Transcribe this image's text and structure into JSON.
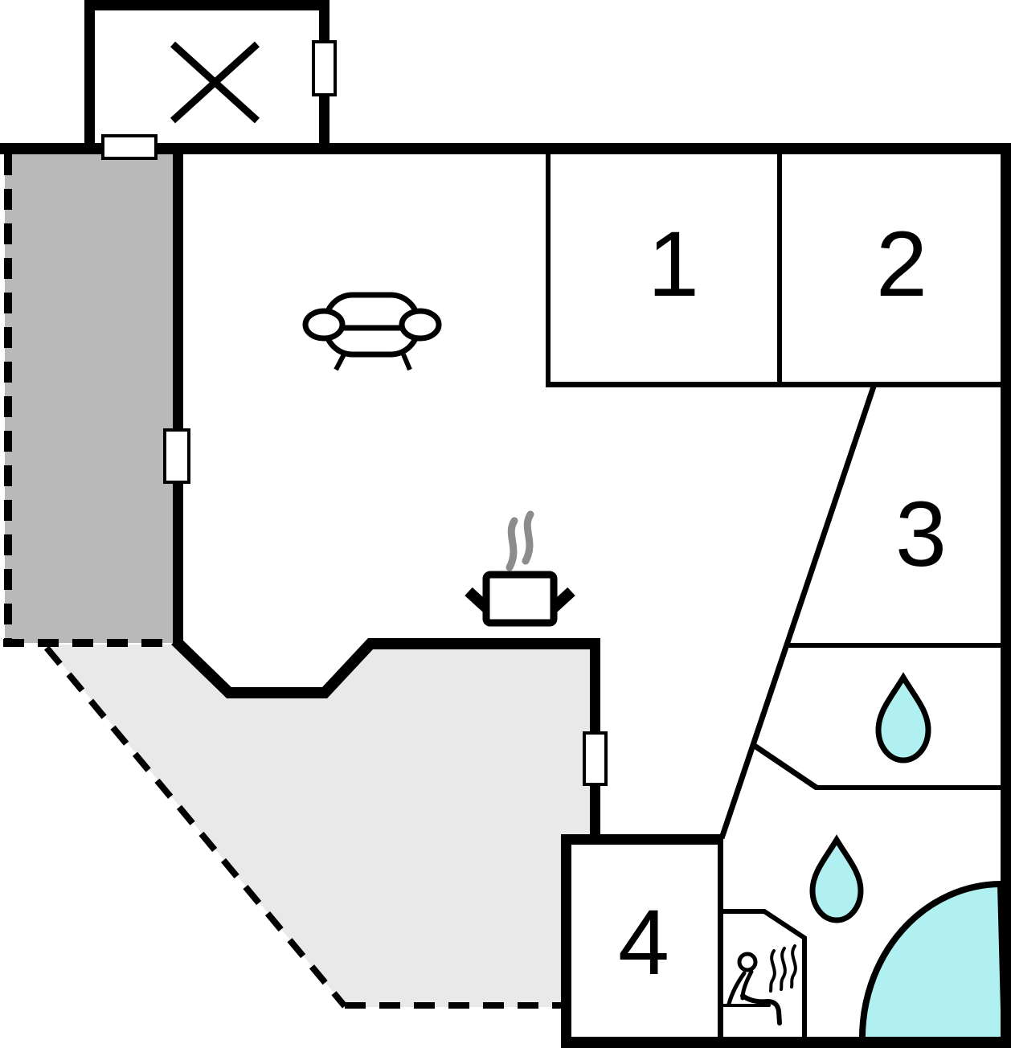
{
  "diagram": {
    "type": "floor-plan",
    "rooms": [
      {
        "label": "1"
      },
      {
        "label": "2"
      },
      {
        "label": "3"
      },
      {
        "label": "4"
      }
    ],
    "features": [
      "crossed-annex-area",
      "dark-terrace",
      "light-terrace",
      "sofa",
      "cooking-pot-with-steam",
      "shower-water-drop",
      "bathroom-water-drop",
      "sauna-with-person",
      "hot-tub",
      "door-openings"
    ]
  },
  "colors": {
    "wall": "#000000",
    "terrace_dark": "#b9b9b9",
    "terrace_light": "#e9e9e9",
    "water": "#b0f0f0",
    "steam": "#8c8c8c",
    "door_fill": "#ffffff",
    "background": "#ffffff"
  }
}
